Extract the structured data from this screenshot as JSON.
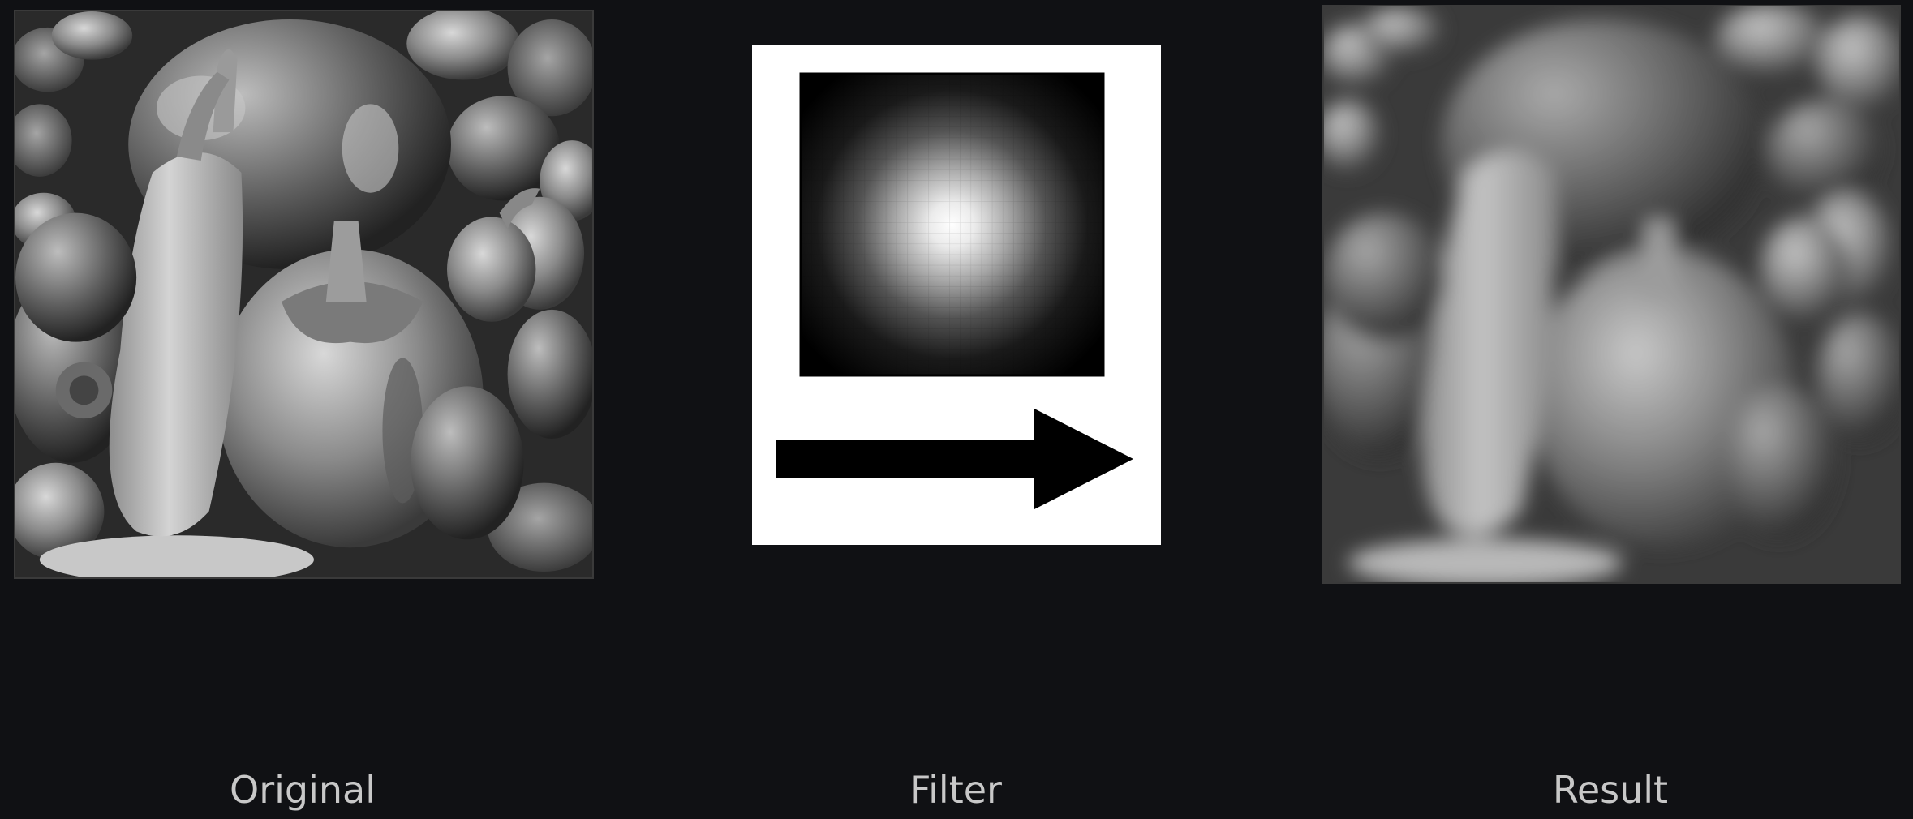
{
  "panels": [
    {
      "id": "original",
      "caption": "Original"
    },
    {
      "id": "filter",
      "caption": "Filter"
    },
    {
      "id": "result",
      "caption": "Result"
    }
  ],
  "colors": {
    "background": "#101114",
    "caption_text": "#c8c8c8",
    "filter_panel": "#ffffff",
    "arrow": "#000000"
  },
  "icons": [
    "gaussian-kernel-icon",
    "right-arrow-icon"
  ]
}
